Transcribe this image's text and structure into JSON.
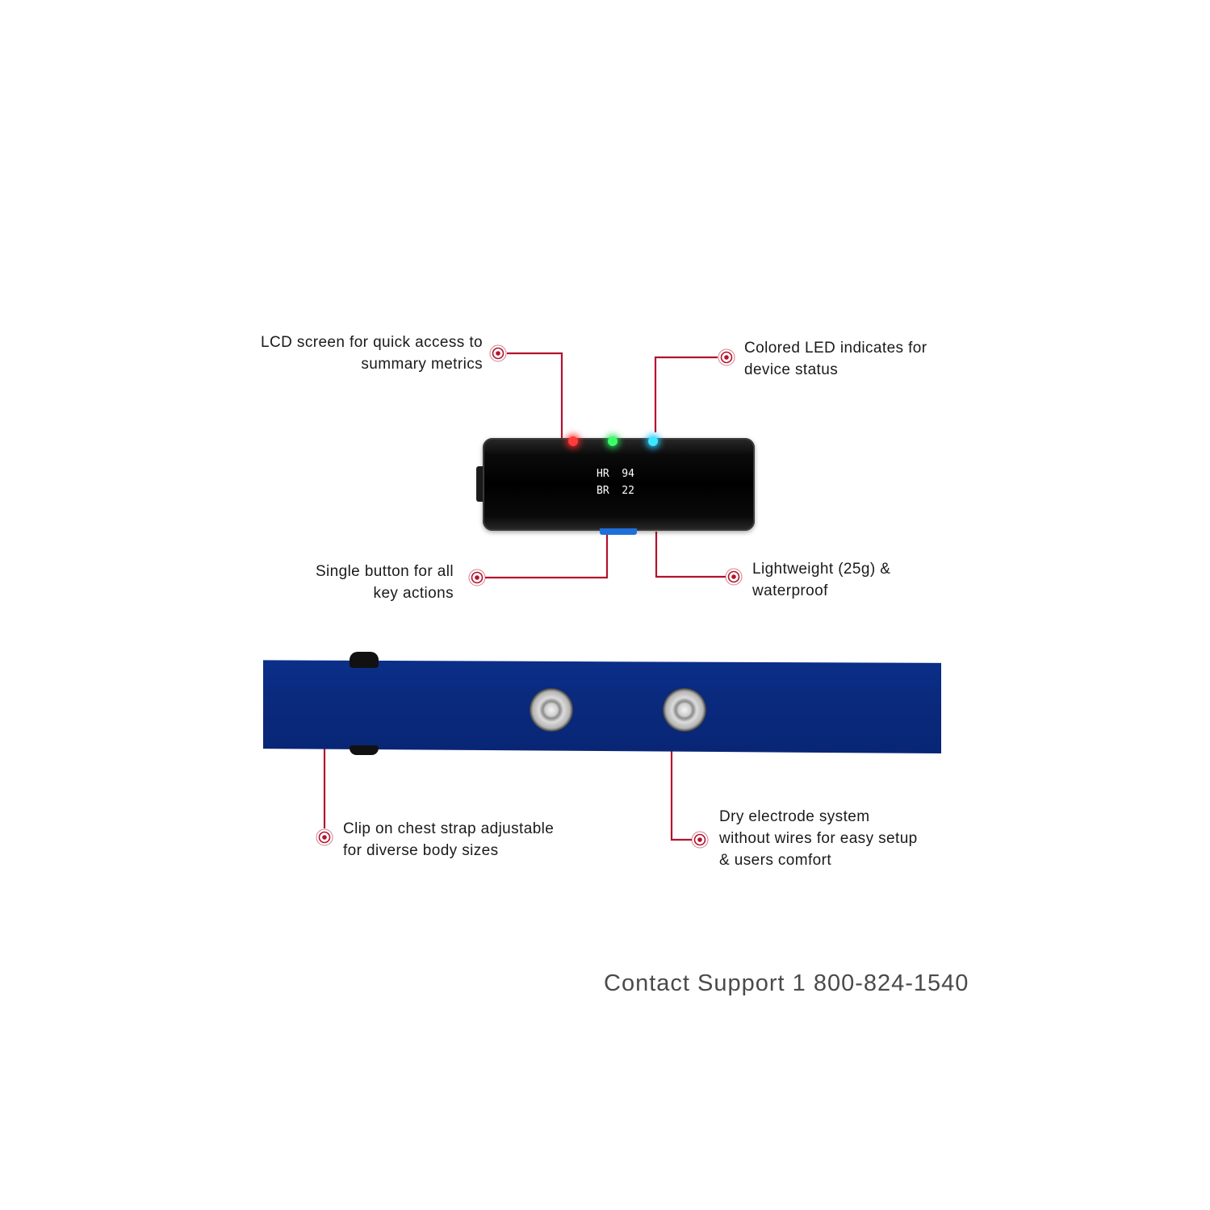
{
  "device": {
    "lcd_line_1": "HR  94",
    "lcd_line_2": "BR  22"
  },
  "callouts": {
    "lcd": {
      "line1": "LCD screen for quick access to",
      "line2": "summary metrics"
    },
    "led": {
      "line1": "Colored LED indicates for",
      "line2": "device status"
    },
    "button": {
      "line1": "Single button for all",
      "line2": "key actions"
    },
    "weight": {
      "line1": "Lightweight (25g) &",
      "line2": "waterproof"
    },
    "strap": {
      "line1": "Clip on chest strap adjustable",
      "line2": "for diverse body sizes"
    },
    "electrode": {
      "line1": "Dry electrode system",
      "line2": "without wires for easy setup",
      "line3": "& users comfort"
    }
  },
  "footer": {
    "support": "Contact Support 1 800-824-1540"
  },
  "colors": {
    "accent": "#b3122d",
    "strap": "#0a2a7e",
    "led_red": "#ff3b3b",
    "led_green": "#3bff6a",
    "led_blue": "#3be8ff"
  }
}
